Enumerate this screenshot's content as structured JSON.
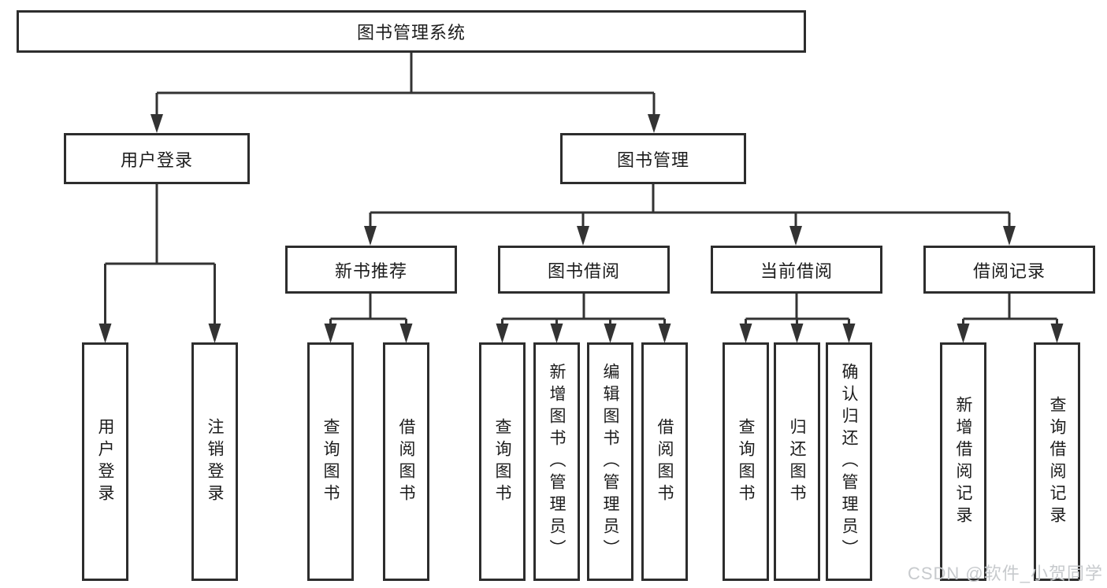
{
  "diagram": {
    "title": "图书管理系统",
    "root": {
      "label": "图书管理系统"
    },
    "level2": [
      {
        "id": "user-login",
        "label": "用户登录"
      },
      {
        "id": "book-management",
        "label": "图书管理"
      }
    ],
    "level3": [
      {
        "id": "new-book-recommend",
        "label": "新书推荐"
      },
      {
        "id": "book-borrow",
        "label": "图书借阅"
      },
      {
        "id": "current-borrow",
        "label": "当前借阅"
      },
      {
        "id": "borrow-records",
        "label": "借阅记录"
      }
    ],
    "leaves": {
      "user_login": [
        "用户登录",
        "注销登录"
      ],
      "new_book": [
        "查询图书",
        "借阅图书"
      ],
      "book_borrow": [
        "查询图书",
        "新增图书（管理员）",
        "编辑图书（管理员）",
        "借阅图书"
      ],
      "current_borrow": [
        "查询图书",
        "归还图书",
        "确认归还（管理员）"
      ],
      "borrow_records": [
        "新增借阅记录",
        "查询借阅记录"
      ]
    }
  },
  "watermark": {
    "text": "CSDN @软件_小贺同学"
  },
  "colors": {
    "line": "#333333",
    "box_border": "#2d2d2d",
    "text": "#1c1c1c",
    "watermark": "#c7cacd",
    "background": "#ffffff"
  }
}
